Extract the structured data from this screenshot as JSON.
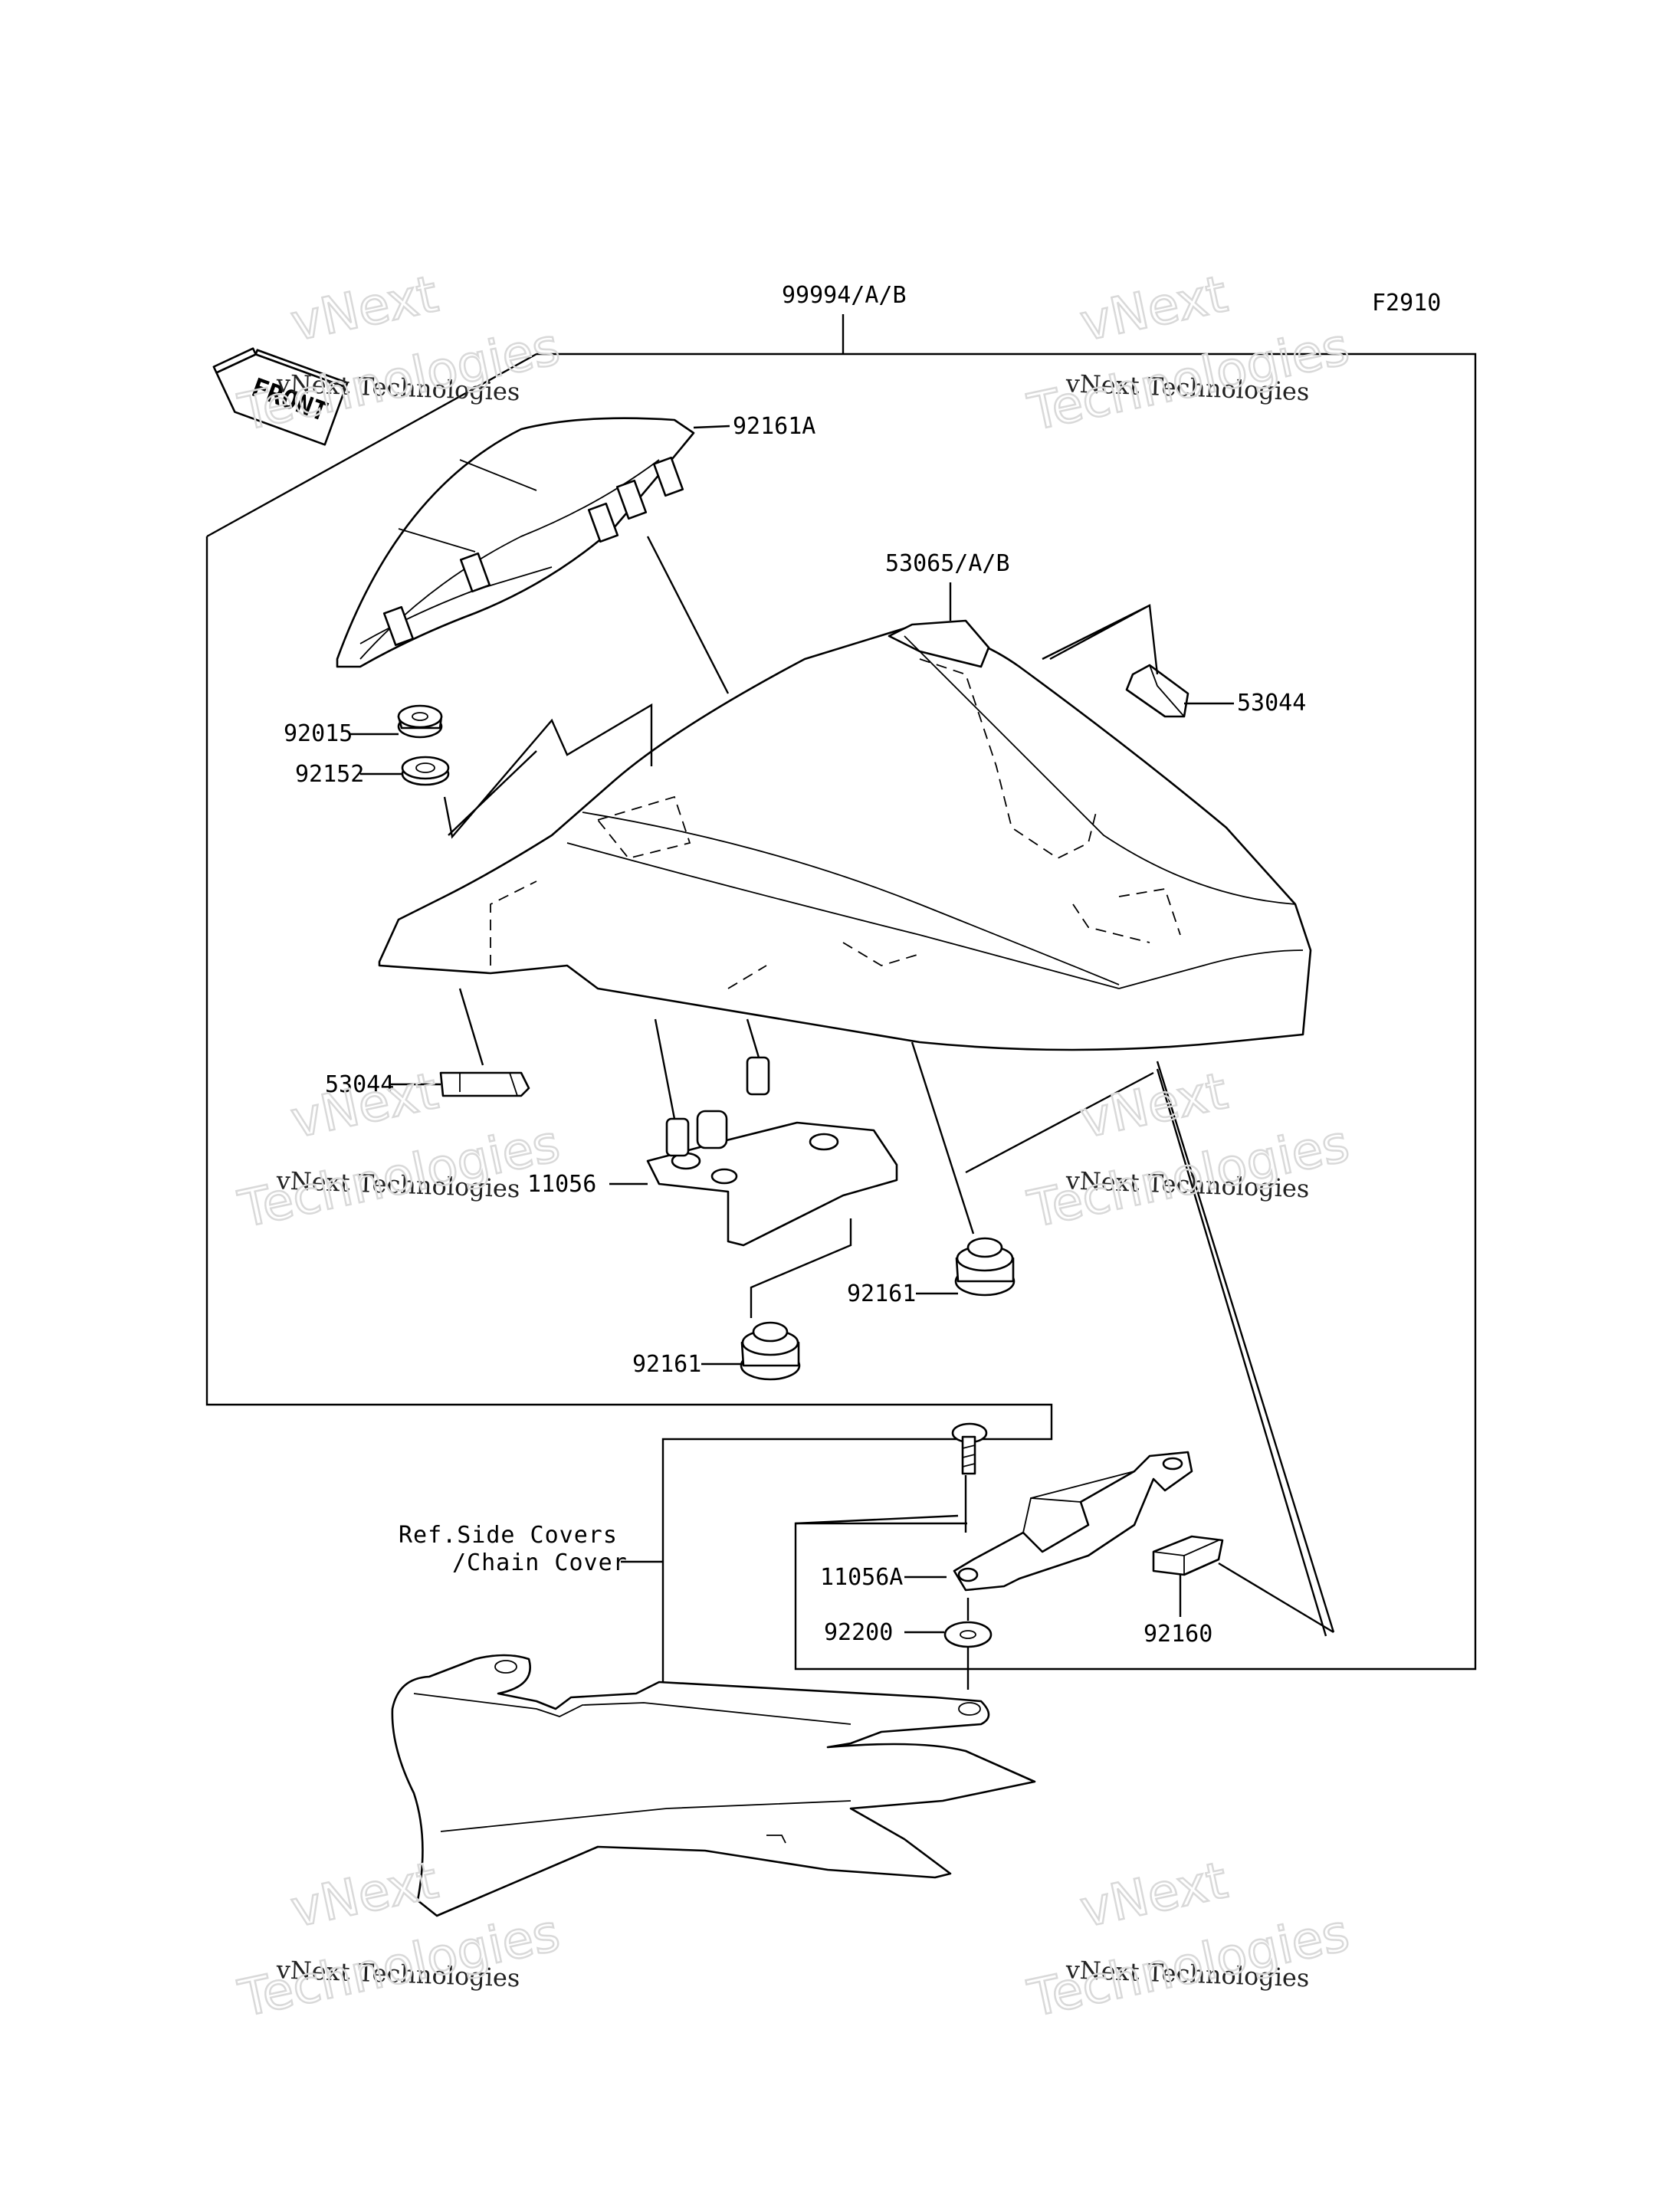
{
  "figure_code": "F2910",
  "front_arrow": {
    "text": "FRONT"
  },
  "assembly_label": "99994/A/B",
  "parts": [
    {
      "id": "p1",
      "label": "92161A"
    },
    {
      "id": "p2",
      "label": "53065/A/B"
    },
    {
      "id": "p3",
      "label": "53044"
    },
    {
      "id": "p4",
      "label": "92015"
    },
    {
      "id": "p5",
      "label": "92152"
    },
    {
      "id": "p6",
      "label": "53044"
    },
    {
      "id": "p7",
      "label": "11056"
    },
    {
      "id": "p8",
      "label": "92161"
    },
    {
      "id": "p9",
      "label": "92161"
    },
    {
      "id": "p10",
      "label": "11056A"
    },
    {
      "id": "p11",
      "label": "92200"
    },
    {
      "id": "p12",
      "label": "92160"
    }
  ],
  "reference": {
    "line1": "Ref.Side Covers",
    "line2": "/Chain Cover"
  },
  "watermark": {
    "line1": "vNext",
    "line2": "vNext Technologies",
    "line3": "Technologies"
  },
  "colors": {
    "line": "#000000",
    "background": "#ffffff",
    "watermark": "#d9d9d9"
  }
}
